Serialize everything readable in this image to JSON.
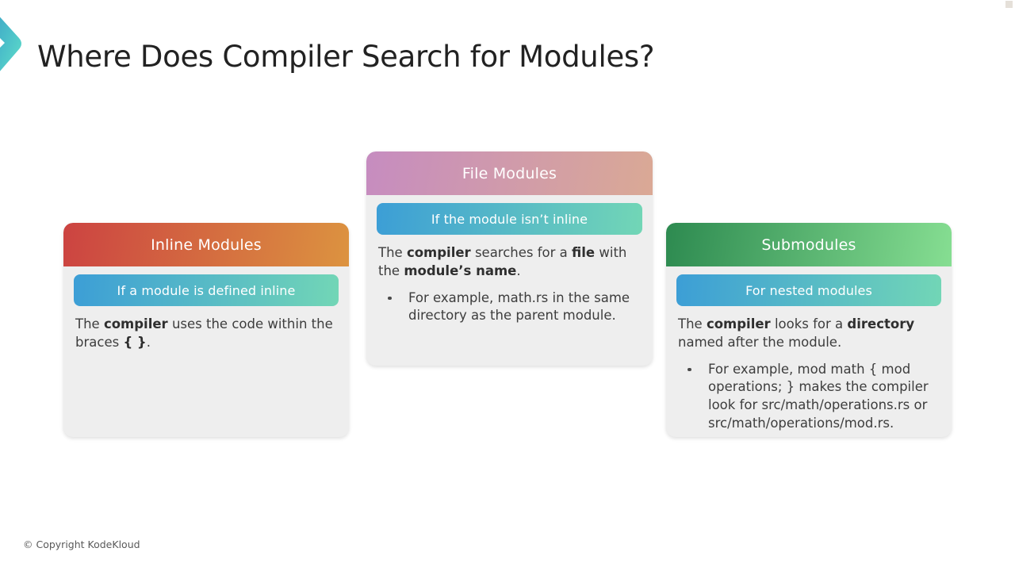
{
  "slide": {
    "title": "Where Does Compiler Search for Modules?",
    "logo_icon": "kodekloud-chevron-logo",
    "footer": "© Copyright KodeKloud",
    "colors": {
      "background": "#ffffff",
      "title_text": "#222222",
      "card_body_bg": "#eeeeee",
      "body_text": "#3d3d3d",
      "footer_text": "#595959",
      "sub_bar_gradient_start": "#3c9ed6",
      "sub_bar_gradient_end": "#72d6b6",
      "logo_gradient_start": "#3ea7c8",
      "logo_gradient_end": "#63e0c8"
    }
  },
  "cards": [
    {
      "id": "inline-modules",
      "header": "Inline Modules",
      "header_gradient_start": "#cc4341",
      "header_gradient_end": "#dc9340",
      "subtitle": "If a module is defined inline",
      "body_html": "The <b>compiler</b> uses the code within the braces <b>{ }</b>.",
      "bullets": []
    },
    {
      "id": "file-modules",
      "header": "File Modules",
      "header_gradient_start": "#c68cc0",
      "header_gradient_end": "#daa995",
      "subtitle": "If the module isn’t inline",
      "body_html": "The <b>compiler</b> searches for a <b>file</b> with the <b>module’s name</b>.",
      "bullets": [
        "For example, math.rs in the same directory as the parent module."
      ]
    },
    {
      "id": "submodules",
      "header": "Submodules",
      "header_gradient_start": "#2d8a50",
      "header_gradient_end": "#86de92",
      "subtitle": "For nested modules",
      "body_html": "The <b>compiler</b> looks for a <b>directory</b> named after the module.",
      "bullets": [
        "For example, mod math { mod operations; } makes the compiler look for src/math/operations.rs or src/math/operations/mod.rs."
      ]
    }
  ]
}
